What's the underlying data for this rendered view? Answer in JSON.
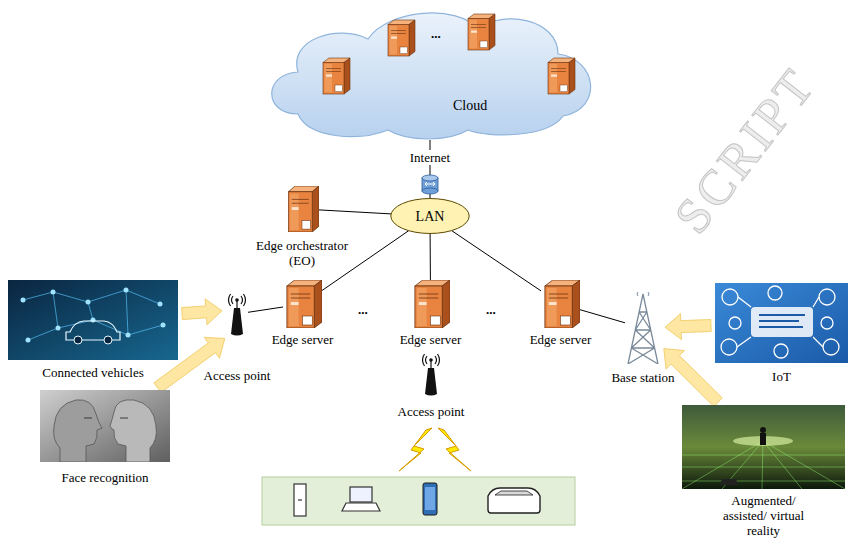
{
  "diagram": {
    "nodes": [
      {
        "text": [
          "Cloud"
        ]
      },
      {
        "text": [
          "LAN"
        ]
      },
      {
        "text": [
          "Edge orchestrator (EO)"
        ]
      },
      {
        "text": [
          "Edge server"
        ]
      },
      {
        "text": [
          "Edge server"
        ]
      },
      {
        "text": [
          "Edge server"
        ]
      },
      {
        "text": [
          "Access point"
        ]
      },
      {
        "text": [
          "Access point"
        ]
      },
      {
        "text": [
          "Base station"
        ]
      },
      {
        "text": [
          "Connected vehicles"
        ]
      },
      {
        "text": [
          "Face recognition"
        ]
      },
      {
        "text": [
          "IoT"
        ]
      },
      {
        "text": [
          "Augmented/ assisted/ virtual reality"
        ]
      }
    ],
    "edges": [
      {
        "from": 0,
        "to": 1,
        "arrow": "none",
        "label": "Internet"
      },
      {
        "from": 1,
        "to": 2,
        "arrow": "none"
      },
      {
        "from": 1,
        "to": 3,
        "arrow": "none"
      },
      {
        "from": 1,
        "to": 4,
        "arrow": "none"
      },
      {
        "from": 1,
        "to": 5,
        "arrow": "none"
      },
      {
        "from": 3,
        "to": 6,
        "arrow": "none"
      },
      {
        "from": 5,
        "to": 8,
        "arrow": "none"
      },
      {
        "from": 9,
        "to": 6,
        "arrow": "to"
      },
      {
        "from": 10,
        "to": 6,
        "arrow": "to"
      },
      {
        "from": 11,
        "to": 8,
        "arrow": "to"
      },
      {
        "from": 12,
        "to": 8,
        "arrow": "to"
      }
    ],
    "labels": [
      "...",
      "...",
      "...",
      "SCRIPT"
    ]
  }
}
